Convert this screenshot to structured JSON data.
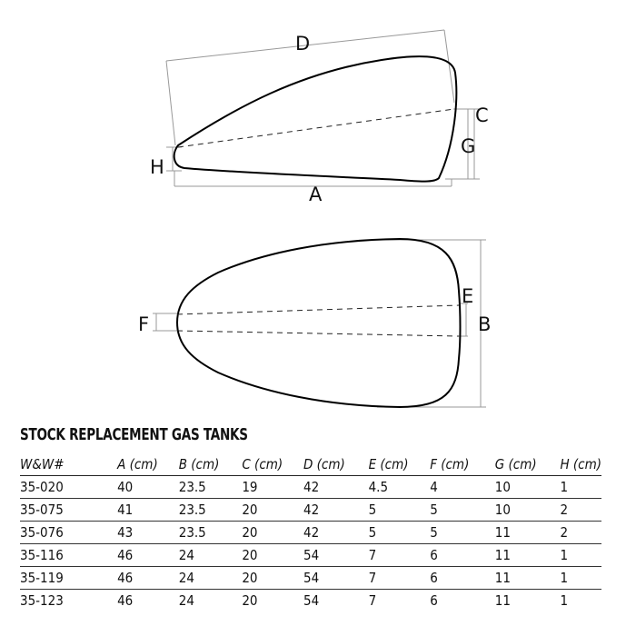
{
  "diagram": {
    "side_view_labels": {
      "a": "A",
      "c": "C",
      "d": "D",
      "g": "G",
      "h": "H"
    },
    "top_view_labels": {
      "b": "B",
      "e": "E",
      "f": "F"
    }
  },
  "table": {
    "title": "STOCK REPLACEMENT GAS TANKS",
    "headers": [
      "W&W#",
      "A (cm)",
      "B (cm)",
      "C (cm)",
      "D (cm)",
      "E (cm)",
      "F (cm)",
      "G (cm)",
      "H (cm)"
    ],
    "rows": [
      [
        "35-020",
        "40",
        "23.5",
        "19",
        "42",
        "4.5",
        "4",
        "10",
        "1"
      ],
      [
        "35-075",
        "41",
        "23.5",
        "20",
        "42",
        "5",
        "5",
        "10",
        "2"
      ],
      [
        "35-076",
        "43",
        "23.5",
        "20",
        "42",
        "5",
        "5",
        "11",
        "2"
      ],
      [
        "35-116",
        "46",
        "24",
        "20",
        "54",
        "7",
        "6",
        "11",
        "1"
      ],
      [
        "35-119",
        "46",
        "24",
        "20",
        "54",
        "7",
        "6",
        "11",
        "1"
      ],
      [
        "35-123",
        "46",
        "24",
        "20",
        "54",
        "7",
        "6",
        "11",
        "1"
      ]
    ]
  }
}
